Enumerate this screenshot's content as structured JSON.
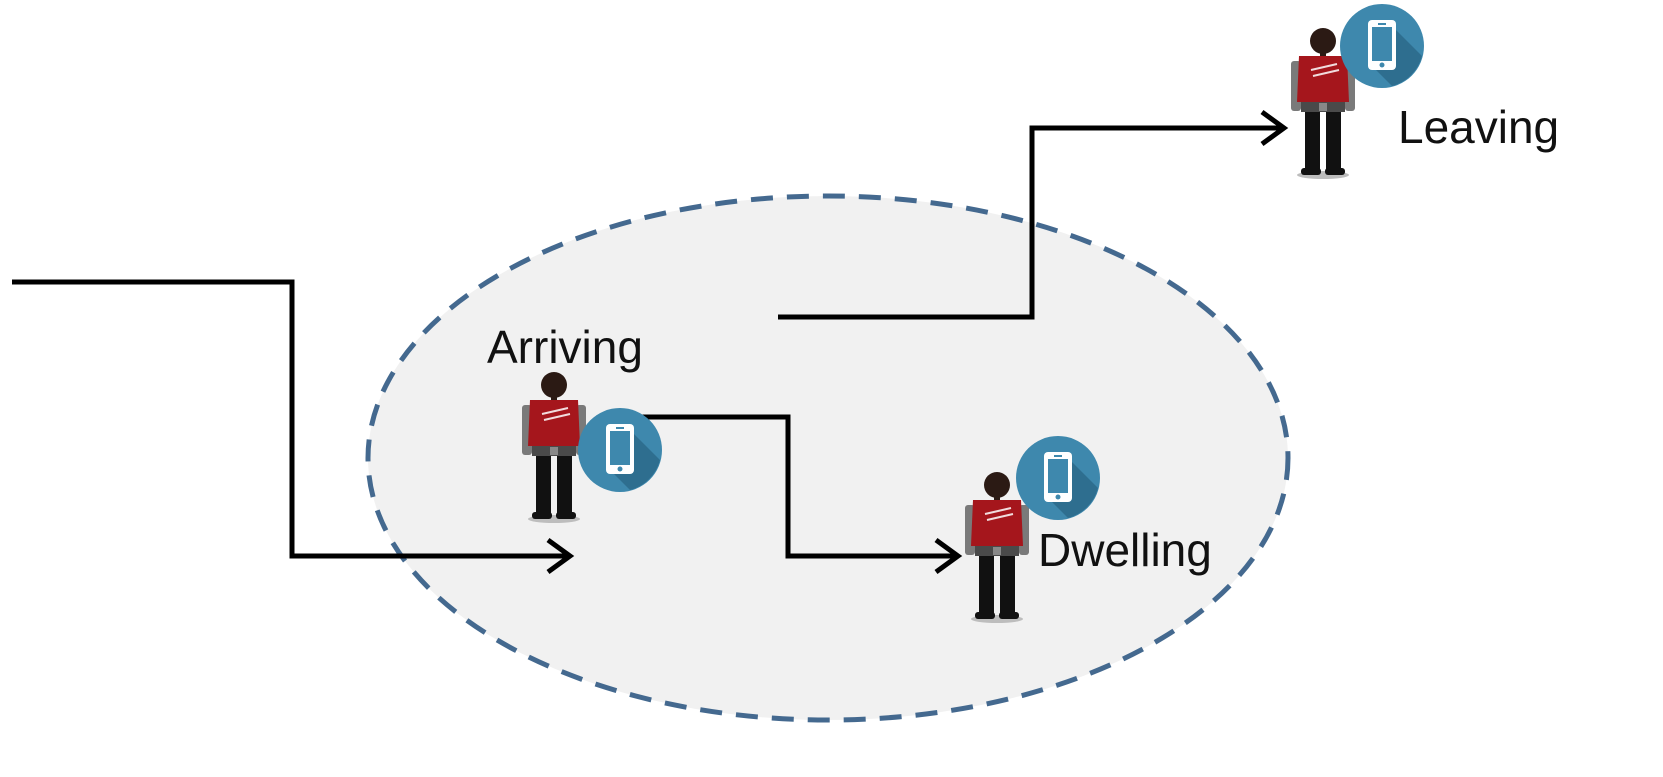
{
  "labels": {
    "arriving": "Arriving",
    "dwelling": "Dwelling",
    "leaving": "Leaving"
  },
  "colors": {
    "zone_fill": "#f1f1f1",
    "zone_border": "#44698f",
    "path": "#000000",
    "shirt": "#a5161c",
    "skin": "#2b1a14",
    "pants": "#111111",
    "arms": "#7a7a7a",
    "phone_badge": "#3e88ad",
    "phone_badge_shadow": "#2e6e8f"
  },
  "icons": {
    "person": "person-icon",
    "phone": "smartphone-icon"
  }
}
